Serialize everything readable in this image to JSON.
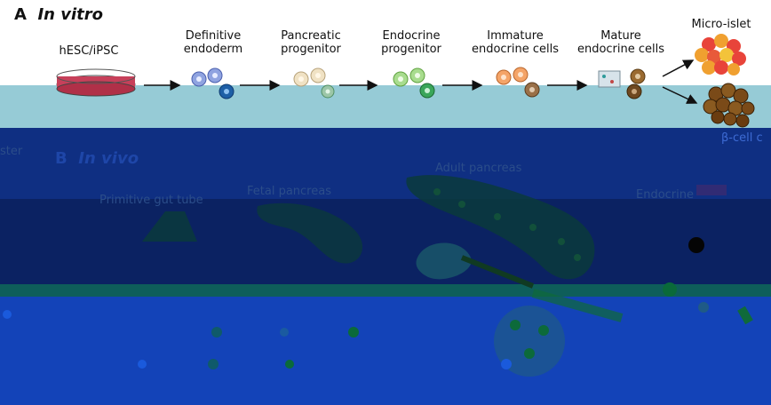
{
  "panel_a": {
    "letter": "A",
    "title": "In vitro"
  },
  "panel_b": {
    "letter": "B",
    "title": "In vivo"
  },
  "stages": [
    {
      "label": "hESC/iPSC"
    },
    {
      "label": "Definitive\nendoderm"
    },
    {
      "label": "Pancreatic\nprogenitor"
    },
    {
      "label": "Endocrine\nprogenitor"
    },
    {
      "label": "Immature\nendocrine cells"
    },
    {
      "label": "Mature\nendocrine cells"
    }
  ],
  "micro_islet": {
    "label": "Micro-islet"
  },
  "beta_cell": {
    "label": "β-cell c"
  },
  "in_vivo_labels": {
    "left_cut": "ster",
    "fetal": "Fetal pancreas",
    "adult": "Adult pancreas",
    "primitive": "Primitive gut tube",
    "endocrine": "Endocrine"
  },
  "colors": {
    "teal_band": "#96cbd6",
    "navy": "#0f2f82",
    "dark_navy": "#0b2262",
    "bright_blue": "#1343b8",
    "green_strip": "#0e5e5a"
  }
}
